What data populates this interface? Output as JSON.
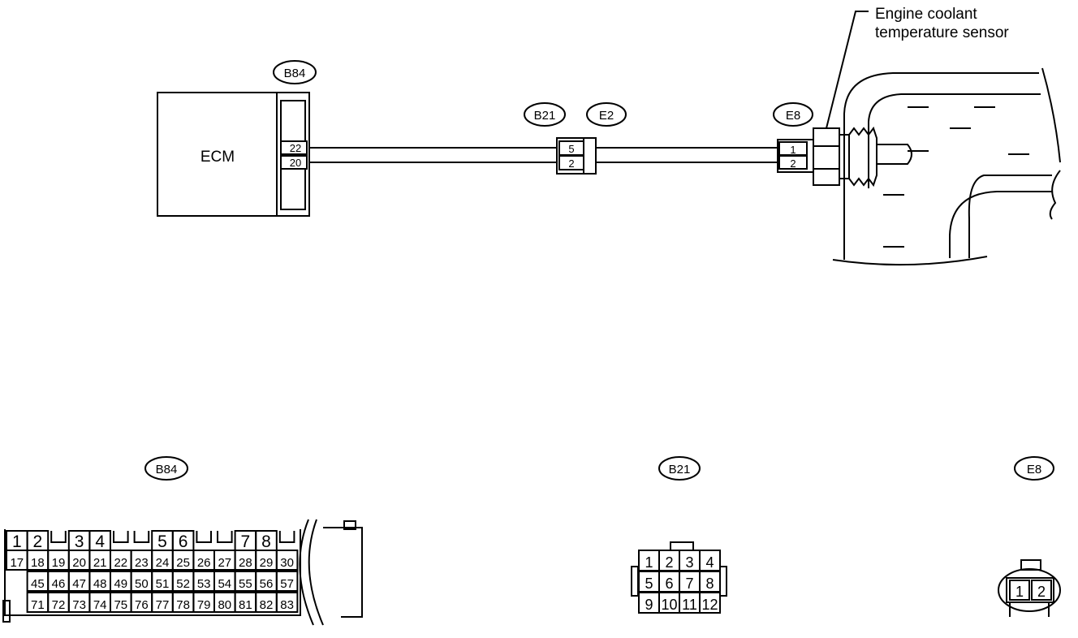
{
  "labels": {
    "ecm": "ECM",
    "sensor_line1": "Engine coolant",
    "sensor_line2": "temperature sensor"
  },
  "connectors_top": {
    "b84": "B84",
    "b21": "B21",
    "e2": "E2",
    "e8": "E8"
  },
  "ecm_pins": [
    "22",
    "20"
  ],
  "b21_e2_pins": [
    "5",
    "2"
  ],
  "e8_pins": [
    "1",
    "2"
  ],
  "connectors_bottom": {
    "b84": "B84",
    "b21": "B21",
    "e8": "E8"
  },
  "b84_rows": [
    [
      "1",
      "2",
      "3",
      "4",
      "5",
      "6",
      "7",
      "8"
    ],
    [
      "17",
      "18",
      "19",
      "20",
      "21",
      "22",
      "23",
      "24",
      "25",
      "26",
      "27",
      "28",
      "29",
      "30"
    ],
    [
      "45",
      "46",
      "47",
      "48",
      "49",
      "50",
      "51",
      "52",
      "53",
      "54",
      "55",
      "56",
      "57"
    ],
    [
      "71",
      "72",
      "73",
      "74",
      "75",
      "76",
      "77",
      "78",
      "79",
      "80",
      "81",
      "82",
      "83"
    ]
  ],
  "b21_rows": [
    [
      "1",
      "2",
      "3",
      "4"
    ],
    [
      "5",
      "6",
      "7",
      "8"
    ],
    [
      "9",
      "10",
      "11",
      "12"
    ]
  ],
  "e8_face": [
    "1",
    "2"
  ]
}
